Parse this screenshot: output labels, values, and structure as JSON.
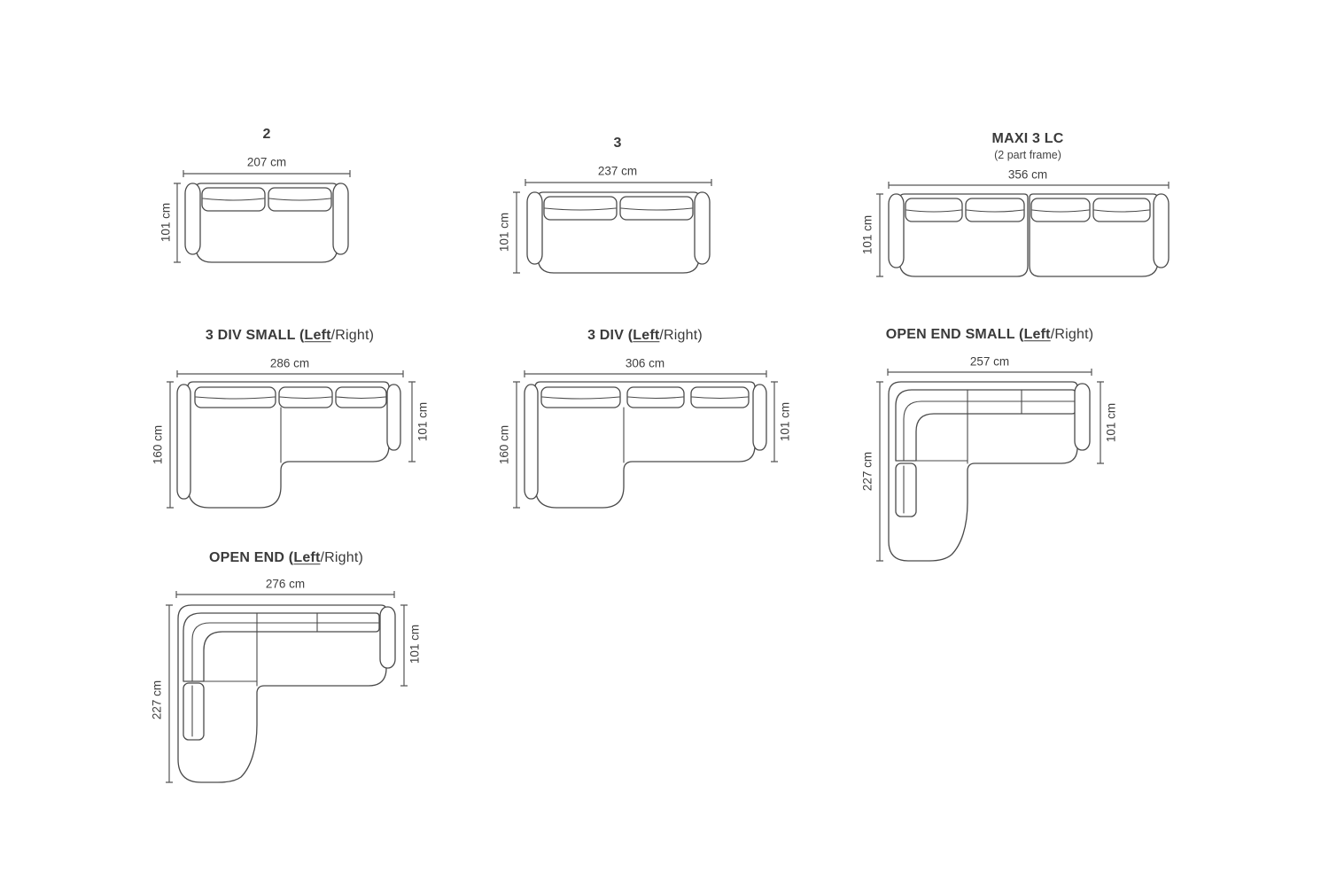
{
  "style": {
    "line_color": "#4a4a4a",
    "text_color": "#3a3a3a",
    "background": "#ffffff"
  },
  "diagrams": [
    {
      "name": "2",
      "width": "207 cm",
      "height": "101 cm"
    },
    {
      "name": "3",
      "width": "237 cm",
      "height": "101 cm"
    },
    {
      "name": "MAXI 3 LC",
      "subtitle": "(2 part frame)",
      "width": "356 cm",
      "height": "101 cm"
    },
    {
      "name": "3 DIV SMALL",
      "sep": " (",
      "left_option": "Left",
      "right_option": "/Right)",
      "width": "286 cm",
      "depth": "160 cm",
      "height": "101 cm"
    },
    {
      "name": "3 DIV",
      "sep": " (",
      "left_option": "Left",
      "right_option": "/Right)",
      "width": "306 cm",
      "depth": "160 cm",
      "height": "101 cm"
    },
    {
      "name": "OPEN END SMALL",
      "sep": " (",
      "left_option": "Left",
      "right_option": "/Right)",
      "width": "257 cm",
      "depth": "227 cm",
      "height": "101 cm"
    },
    {
      "name": "OPEN END",
      "sep": " (",
      "left_option": "Left",
      "right_option": "/Right)",
      "width": "276 cm",
      "depth": "227 cm",
      "height": "101 cm"
    }
  ]
}
